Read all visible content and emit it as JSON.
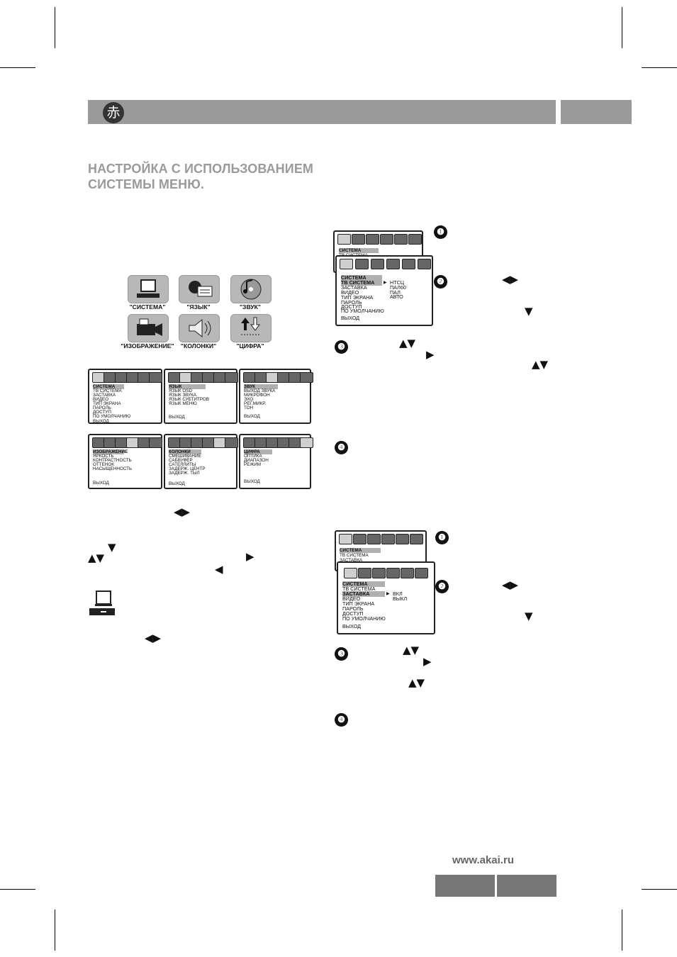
{
  "header": {
    "glyph": "赤"
  },
  "title": {
    "line1": "НАСТРОЙКА С ИСПОЛЬЗОВАНИЕМ",
    "line2": "СИСТЕМЫ МЕНЮ."
  },
  "icons": [
    {
      "label": "\"СИСТЕМА\"",
      "icon": "tv-icon"
    },
    {
      "label": "\"ЯЗЫК\"",
      "icon": "language-icon"
    },
    {
      "label": "\"ЗВУК\"",
      "icon": "music-disc-icon"
    },
    {
      "label": "\"ИЗОБРАЖЕНИЕ\"",
      "icon": "camera-icon"
    },
    {
      "label": "\"КОЛОНКИ\"",
      "icon": "speaker-icon"
    },
    {
      "label": "\"ЦИФРА\"",
      "icon": "digital-icon"
    }
  ],
  "menus": {
    "sistema": [
      "СИСТЕМА",
      "ТВ СИСТЕМА",
      "ЗАСТАВКА",
      "ВИДЕО",
      "ТИП ЭКРАНА",
      "ПАРОЛЬ",
      "ДОСТУП",
      "ПО УМОЛЧАНИЮ",
      "ВЫХОД"
    ],
    "yazyk": [
      "ЯЗЫК",
      "ЯЗЫК OSD",
      "ЯЗЫК ЗВУКА",
      "ЯЗЫК СУБТИТРОВ",
      "ЯЗЫК МЕНЮ",
      "ВЫХОД"
    ],
    "zvuk": [
      "ЗВУК",
      "ВЫХОД ЗВУКА",
      "МИКРОФОН",
      "ЭХО",
      "РЕГ.МИКР.",
      "ТОН",
      "ВЫХОД"
    ],
    "izobrazhenie": [
      "ИЗОБРАЖЕНИЕ",
      "ЯРКОСТЬ",
      "КОНТРАСТНОСТЬ",
      "ОТТЕНОК",
      "НАСЫЩЕННОСТЬ",
      "ВЫХОД"
    ],
    "kolonki": [
      "КОЛОНКИ",
      "СМЕШИВАНИЕ",
      "САБВУФЕР",
      "САТЕЛЛИТЫ",
      "ЗАДЕРЖ. ЦЕНТР",
      "ЗАДЕРЖ. ТЫЛ",
      "ВЫХОД"
    ],
    "cifra": [
      "ЦИФРА",
      "ОПТИКА",
      "ДИАПАЗОН",
      "РЕЖИМ",
      "ВЫХОД"
    ]
  },
  "tv_system_options": [
    "НТСЦ",
    "ПАЛ60",
    "ПАЛ",
    "АВТО"
  ],
  "screensaver_options": [
    "ВКЛ",
    "ВЫКЛ"
  ],
  "back_header": {
    "a": [
      "СИСТЕМА",
      "ТВ СИСТЕМА"
    ],
    "b": [
      "СИСТЕМА",
      "ТВ СИСТЕМА",
      "ЗАСТАВКА"
    ]
  },
  "steps": [
    "❶",
    "❷",
    "❸",
    "❹"
  ],
  "glyphs": {
    "lr": "◀▶",
    "ud": "▲▼",
    "down": "▼",
    "right": "▶",
    "left": "◀",
    "pointer": "▶"
  },
  "footer": {
    "url": "www.akai.ru"
  }
}
